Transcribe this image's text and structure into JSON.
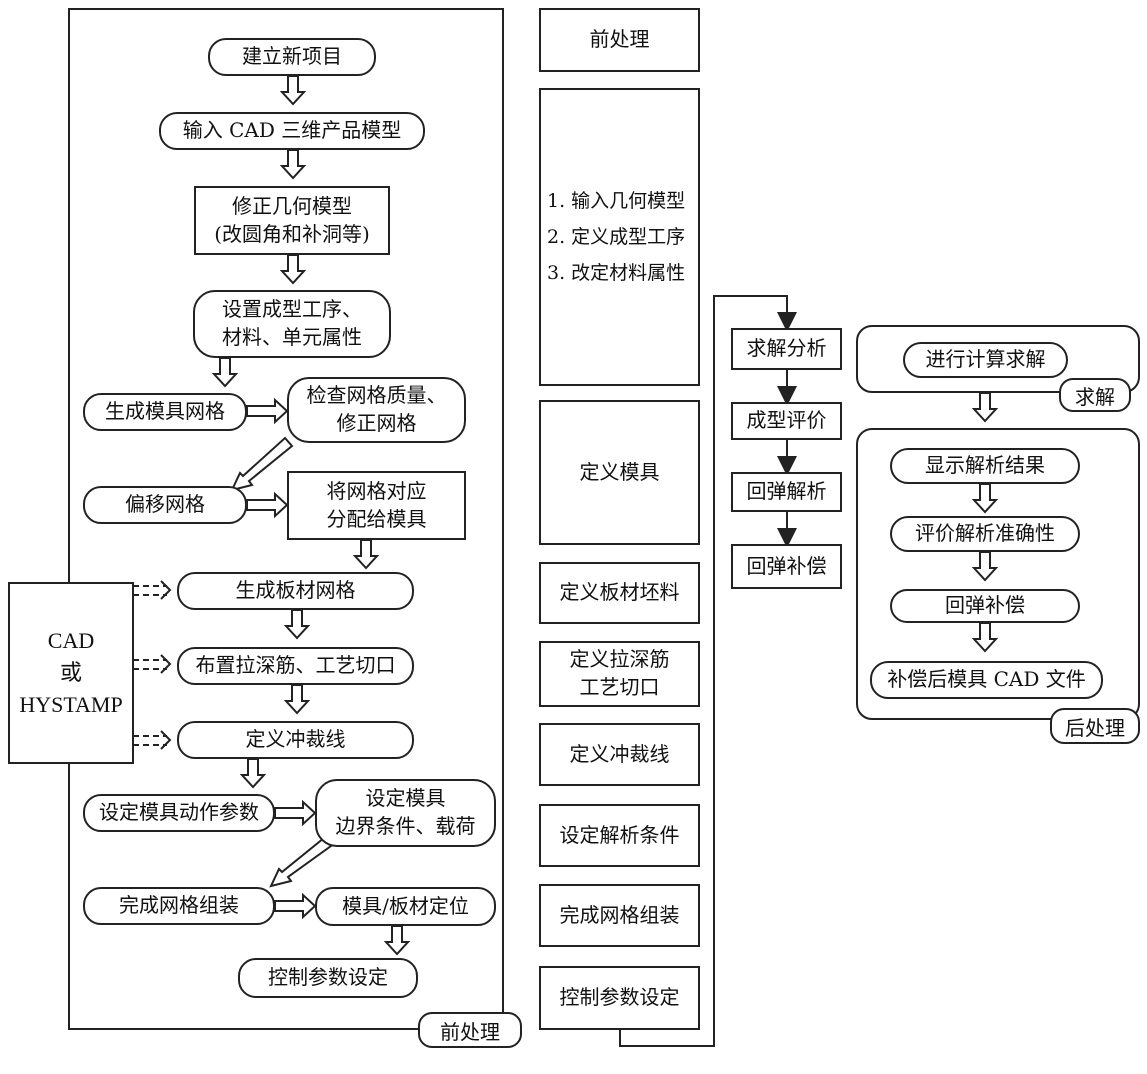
{
  "left_panel": {
    "steps": {
      "new_project": "建立新项目",
      "import_cad": "输入 CAD 三维产品模型",
      "fix_geometry": "修正几何模型\n(改圆角和补洞等)",
      "set_process": "设置成型工序、\n材料、单元属性",
      "gen_die_mesh": "生成模具网格",
      "check_mesh": "检查网格质量、\n修正网格",
      "offset_mesh": "偏移网格",
      "assign_mesh": "将网格对应\n分配给模具",
      "gen_blank_mesh": "生成板材网格",
      "drawbead": "布置拉深筋、工艺切口",
      "trim_line": "定义冲裁线",
      "die_motion": "设定模具动作参数",
      "die_boundary": "设定模具\n边界条件、载荷",
      "assembly": "完成网格组装",
      "positioning": "模具/板材定位",
      "control_params": "控制参数设定"
    },
    "side_tool": "CAD\n或\nHYSTAMP",
    "tag": "前处理"
  },
  "middle_column": {
    "header": "前处理",
    "items": [
      "1. 输入几何模型\n2. 定义成型工序\n3. 改定材料属性",
      "定义模具",
      "定义板材坯料",
      "定义拉深筋\n工艺切口",
      "定义冲裁线",
      "设定解析条件",
      "完成网格组装",
      "控制参数设定"
    ]
  },
  "analysis_column": {
    "items": [
      "求解分析",
      "成型评价",
      "回弹解析",
      "回弹补偿"
    ]
  },
  "right_panel": {
    "solve_box": "进行计算求解",
    "solve_tag": "求解",
    "post_steps": [
      "显示解析结果",
      "评价解析准确性",
      "回弹补偿",
      "补偿后模具 CAD 文件"
    ],
    "post_tag": "后处理"
  },
  "colors": {
    "line": "#222222",
    "background": "#ffffff"
  }
}
